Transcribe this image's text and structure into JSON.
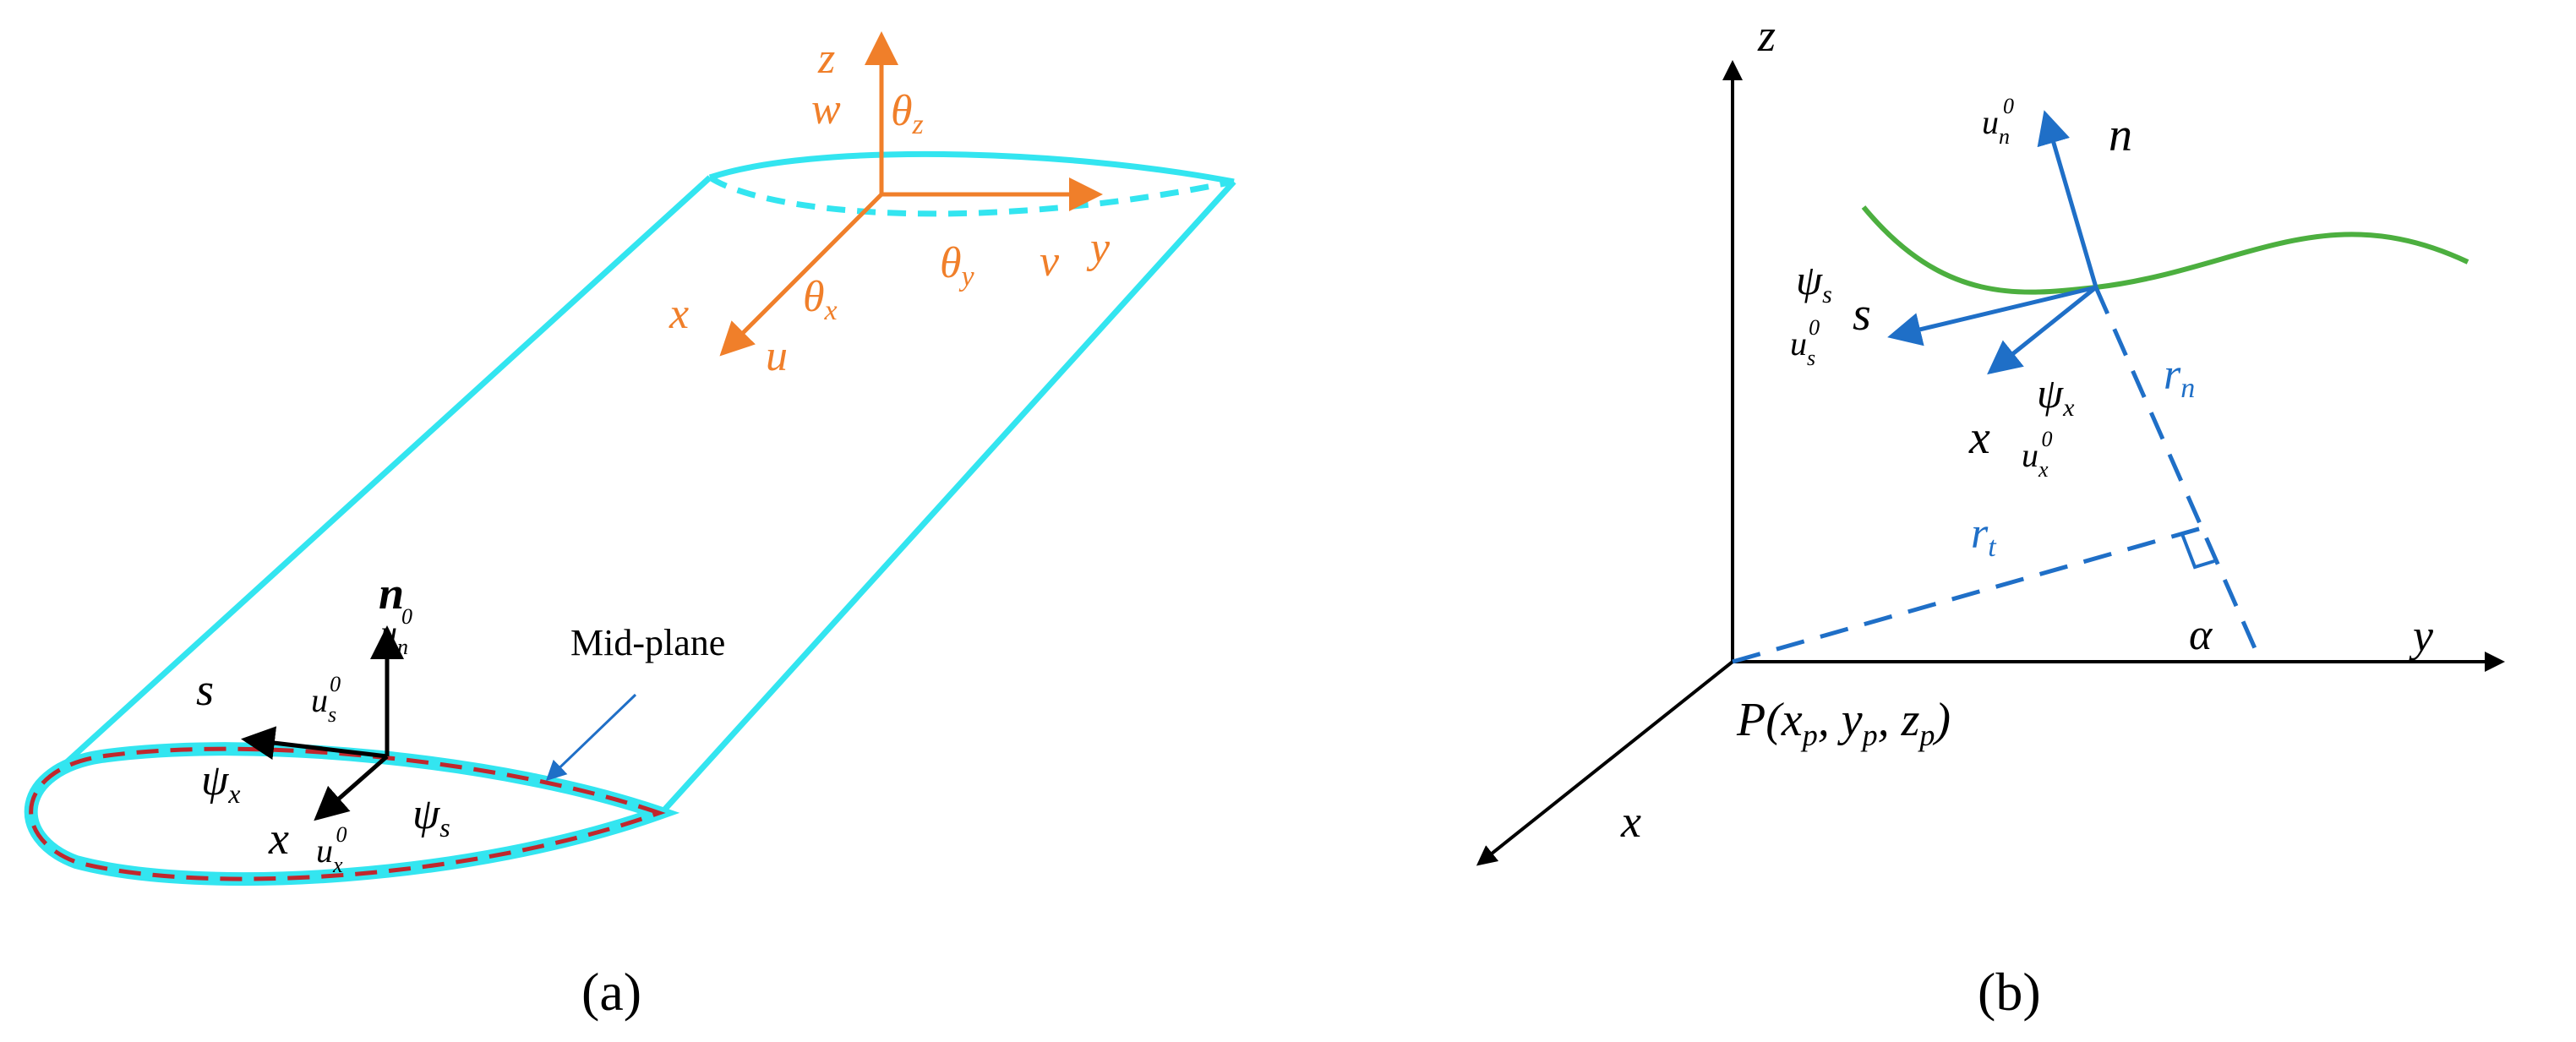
{
  "colors": {
    "blade": "#33E5F0",
    "midplane": "#C0272D",
    "orange": "#F07F2A",
    "black": "#000000",
    "blue": "#1F6FC7",
    "green": "#4CAF3F"
  },
  "panel_a": {
    "caption": "(a)",
    "root_axes": {
      "z": "z",
      "w": "w",
      "theta_z": "θ",
      "x": "x",
      "u": "u",
      "theta_x": "θ",
      "theta_y": "θ",
      "v": "v",
      "y": "y",
      "sub_z": "z",
      "sub_x": "x",
      "sub_y": "y"
    },
    "section_axes": {
      "n": "n",
      "un0": "u",
      "un0_sub": "n",
      "un0_sup": "0",
      "s": "s",
      "us0": "u",
      "us0_sub": "s",
      "us0_sup": "0",
      "psi_x": "ψ",
      "psi_x_sub": "x",
      "x": "x",
      "ux0": "u",
      "ux0_sub": "x",
      "ux0_sup": "0",
      "psi_s": "ψ",
      "psi_s_sub": "s"
    },
    "annotation": "Mid-plane"
  },
  "panel_b": {
    "caption": "(b)",
    "axes": {
      "z": "z",
      "y": "y",
      "x": "x"
    },
    "point": {
      "P": "P(x",
      "xp_sub": "p",
      "y_mid": ", y",
      "yp_sub": "p",
      "z_mid": ", z",
      "zp_sub": "p",
      "close": ")"
    },
    "local": {
      "un0": "u",
      "un0_sub": "n",
      "un0_sup": "0",
      "n": "n",
      "psi_s": "ψ",
      "psi_s_sub": "s",
      "s": "s",
      "us0": "u",
      "us0_sub": "s",
      "us0_sup": "0",
      "psi_x": "ψ",
      "psi_x_sub": "x",
      "x": "x",
      "ux0": "u",
      "ux0_sub": "x",
      "ux0_sup": "0",
      "rn": "r",
      "rn_sub": "n",
      "rt": "r",
      "rt_sub": "t",
      "alpha": "α"
    }
  }
}
